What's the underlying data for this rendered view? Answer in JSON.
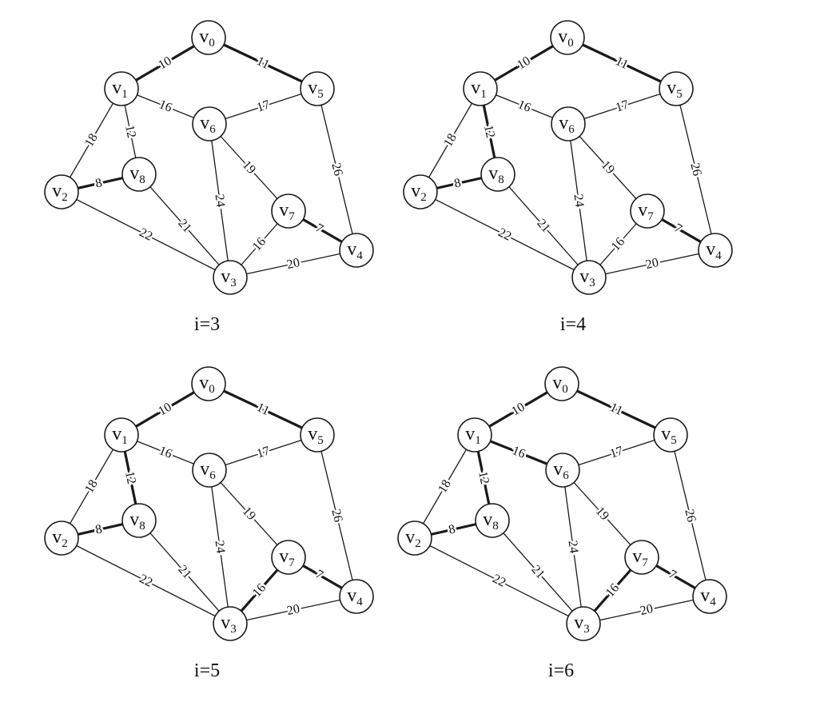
{
  "panels": [
    {
      "label": "i=3",
      "selected": [
        "v0-v1",
        "v0-v5",
        "v2-v8",
        "v4-v7"
      ]
    },
    {
      "label": "i=4",
      "selected": [
        "v0-v1",
        "v0-v5",
        "v2-v8",
        "v4-v7",
        "v1-v8"
      ]
    },
    {
      "label": "i=5",
      "selected": [
        "v0-v1",
        "v0-v5",
        "v2-v8",
        "v4-v7",
        "v1-v8",
        "v3-v7"
      ]
    },
    {
      "label": "i=6",
      "selected": [
        "v0-v1",
        "v0-v5",
        "v2-v8",
        "v4-v7",
        "v1-v8",
        "v3-v7",
        "v1-v6"
      ]
    }
  ],
  "nodes": [
    {
      "id": "v0",
      "letter": "v",
      "index": "0"
    },
    {
      "id": "v1",
      "letter": "v",
      "index": "1"
    },
    {
      "id": "v2",
      "letter": "v",
      "index": "2"
    },
    {
      "id": "v3",
      "letter": "v",
      "index": "3"
    },
    {
      "id": "v4",
      "letter": "v",
      "index": "4"
    },
    {
      "id": "v5",
      "letter": "v",
      "index": "5"
    },
    {
      "id": "v6",
      "letter": "v",
      "index": "6"
    },
    {
      "id": "v7",
      "letter": "v",
      "index": "7"
    },
    {
      "id": "v8",
      "letter": "v",
      "index": "8"
    }
  ],
  "edges": [
    {
      "id": "v0-v1",
      "from": "v0",
      "to": "v1",
      "weight": "10"
    },
    {
      "id": "v0-v5",
      "from": "v0",
      "to": "v5",
      "weight": "11"
    },
    {
      "id": "v1-v6",
      "from": "v1",
      "to": "v6",
      "weight": "16"
    },
    {
      "id": "v5-v6",
      "from": "v5",
      "to": "v6",
      "weight": "17"
    },
    {
      "id": "v1-v2",
      "from": "v1",
      "to": "v2",
      "weight": "18"
    },
    {
      "id": "v1-v8",
      "from": "v1",
      "to": "v8",
      "weight": "12"
    },
    {
      "id": "v2-v8",
      "from": "v2",
      "to": "v8",
      "weight": "8"
    },
    {
      "id": "v6-v7",
      "from": "v6",
      "to": "v7",
      "weight": "19"
    },
    {
      "id": "v5-v4",
      "from": "v5",
      "to": "v4",
      "weight": "26"
    },
    {
      "id": "v6-v3",
      "from": "v6",
      "to": "v3",
      "weight": "24"
    },
    {
      "id": "v8-v3",
      "from": "v8",
      "to": "v3",
      "weight": "21"
    },
    {
      "id": "v2-v3",
      "from": "v2",
      "to": "v3",
      "weight": "22"
    },
    {
      "id": "v4-v7",
      "from": "v4",
      "to": "v7",
      "weight": "7"
    },
    {
      "id": "v3-v7",
      "from": "v3",
      "to": "v7",
      "weight": "16"
    },
    {
      "id": "v3-v4",
      "from": "v3",
      "to": "v4",
      "weight": "20"
    }
  ]
}
